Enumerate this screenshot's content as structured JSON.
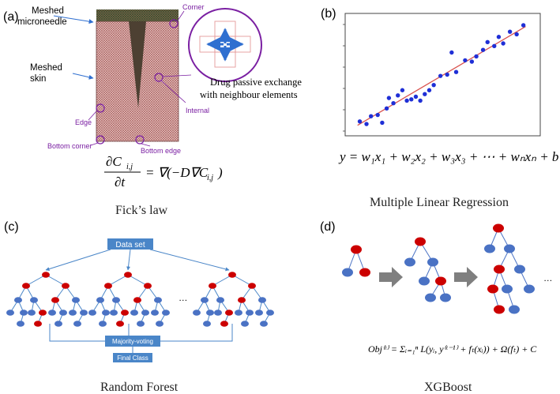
{
  "panel_a": {
    "label": "(a)",
    "meshed_microneedle": [
      "Meshed",
      "microneedle"
    ],
    "meshed_skin": [
      "Meshed",
      "skin"
    ],
    "corner": "Corner",
    "internal": "Internal",
    "edge": "Edge",
    "bottom_corner": "Bottom corner",
    "bottom_edge": "Bottom edge",
    "drug_exchange": [
      "Drug passive exchange",
      "with neighbour elements"
    ],
    "equation_lhs_num": "∂C",
    "equation_lhs_sub": "i,j",
    "equation_lhs_den": "∂t",
    "equation_rhs": "= ∇(−D∇C",
    "equation_rhs_sub": "i,j",
    "equation_rhs_end": ")",
    "caption": "Fick’s law"
  },
  "panel_b": {
    "label": "(b)",
    "equation": "y = w₁x₁ + w₂x₂ + w₃x₃ + ⋯ + wₙxₙ + b",
    "caption": "Multiple Linear Regression",
    "point_color": "#1f2fd6",
    "line_color": "#d9534f"
  },
  "panel_c": {
    "label": "(c)",
    "data_set": "Data set",
    "ellipsis": "…",
    "majority_voting": "Majority-voting",
    "final_class": "Final Class",
    "caption": "Random Forest",
    "box_color": "#4a86c8"
  },
  "panel_d": {
    "label": "(d)",
    "ellipsis": "…",
    "equation": "Obj⁽ᵗ⁾ = Σᵢ₌₁ⁿ L(yᵢ, y⁽ᵗ⁻¹⁾ + fₜ(xᵢ)) + Ω(fₜ) + C",
    "caption": "XGBoost",
    "red_node": "#cc0000",
    "blue_node": "#4a72c4"
  },
  "chart_data": {
    "type": "scatter",
    "title": "",
    "xlabel": "",
    "ylabel": "",
    "points": [
      [
        0.3,
        0.5
      ],
      [
        0.6,
        0.3
      ],
      [
        0.8,
        0.9
      ],
      [
        1.1,
        1.0
      ],
      [
        1.3,
        0.4
      ],
      [
        1.5,
        1.5
      ],
      [
        1.6,
        2.3
      ],
      [
        1.8,
        1.9
      ],
      [
        2.0,
        2.5
      ],
      [
        2.2,
        2.9
      ],
      [
        2.4,
        2.1
      ],
      [
        2.6,
        2.2
      ],
      [
        2.8,
        2.4
      ],
      [
        3.0,
        2.1
      ],
      [
        3.2,
        2.6
      ],
      [
        3.4,
        2.9
      ],
      [
        3.6,
        3.3
      ],
      [
        3.9,
        4.0
      ],
      [
        4.2,
        4.1
      ],
      [
        4.4,
        5.8
      ],
      [
        4.6,
        4.3
      ],
      [
        5.0,
        5.2
      ],
      [
        5.3,
        5.1
      ],
      [
        5.5,
        5.5
      ],
      [
        5.8,
        6.0
      ],
      [
        6.0,
        6.6
      ],
      [
        6.3,
        6.3
      ],
      [
        6.5,
        7.0
      ],
      [
        6.7,
        6.5
      ],
      [
        7.0,
        7.4
      ],
      [
        7.3,
        7.2
      ],
      [
        7.6,
        7.9
      ]
    ],
    "fit_line": [
      [
        0.2,
        0.2
      ],
      [
        7.7,
        7.8
      ]
    ],
    "xlim": [
      0,
      8
    ],
    "ylim": [
      0,
      8.2
    ],
    "grid": false
  }
}
